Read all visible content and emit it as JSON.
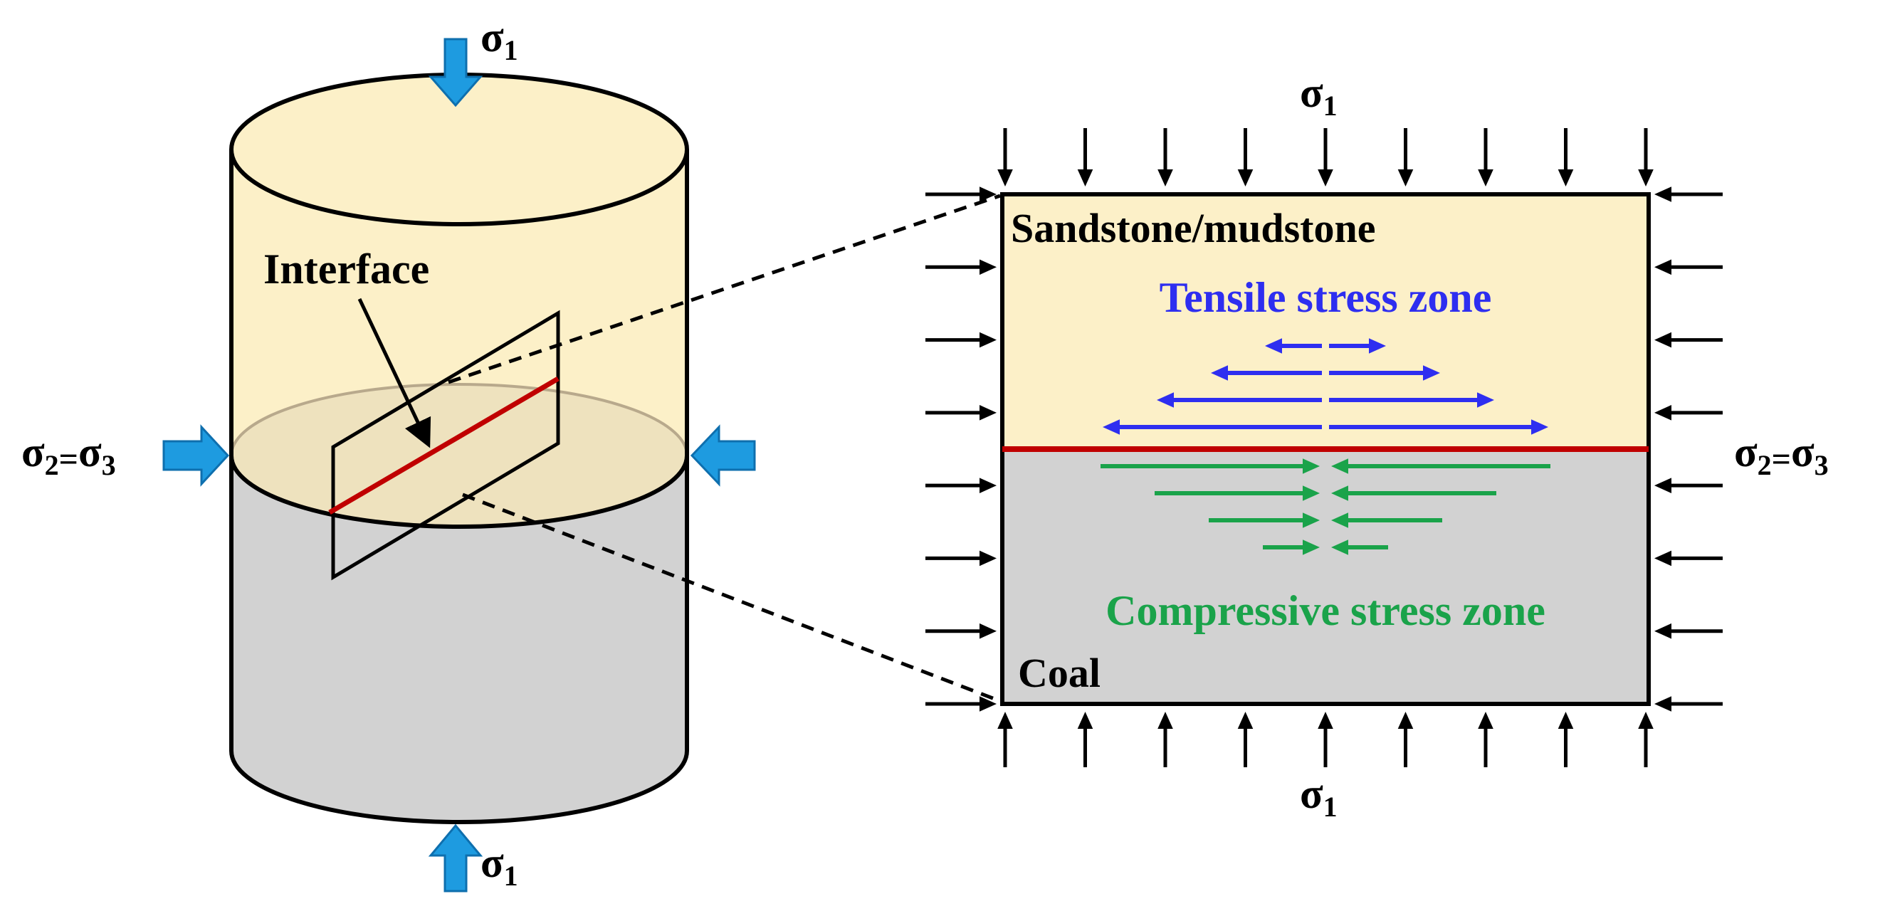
{
  "colors": {
    "rock": "#FCF0C8",
    "rock_interface_band": "#EEE2BE",
    "coal": "#D2D2D2",
    "interface_line": "#C00000",
    "load_arrow": "#1E9BE0",
    "tensile": "#2E2EF0",
    "compressive": "#1AA34A",
    "outline": "#000000"
  },
  "labels": {
    "sigma_symbol": "σ",
    "sub_1": "1",
    "sub_2": "2",
    "sub_3": "3",
    "equals": "=",
    "interface": "Interface",
    "upper_layer": "Sandstone/mudstone",
    "lower_layer": "Coal",
    "tensile_zone": "Tensile stress zone",
    "compressive_zone": "Compressive stress zone"
  },
  "icons": {
    "load_arrow": "thick-blue-block-arrow",
    "boundary_load": "thin-black-arrow",
    "tensile_pair": "outward-blue-arrow-pair",
    "compressive_pair": "inward-green-arrow-pair"
  },
  "boundary_arrows": {
    "top_count": 9,
    "bottom_count": 9,
    "left_count": 8,
    "right_count": 8
  },
  "stress_arrows": {
    "tensile_levels": 4,
    "compressive_levels": 4
  }
}
